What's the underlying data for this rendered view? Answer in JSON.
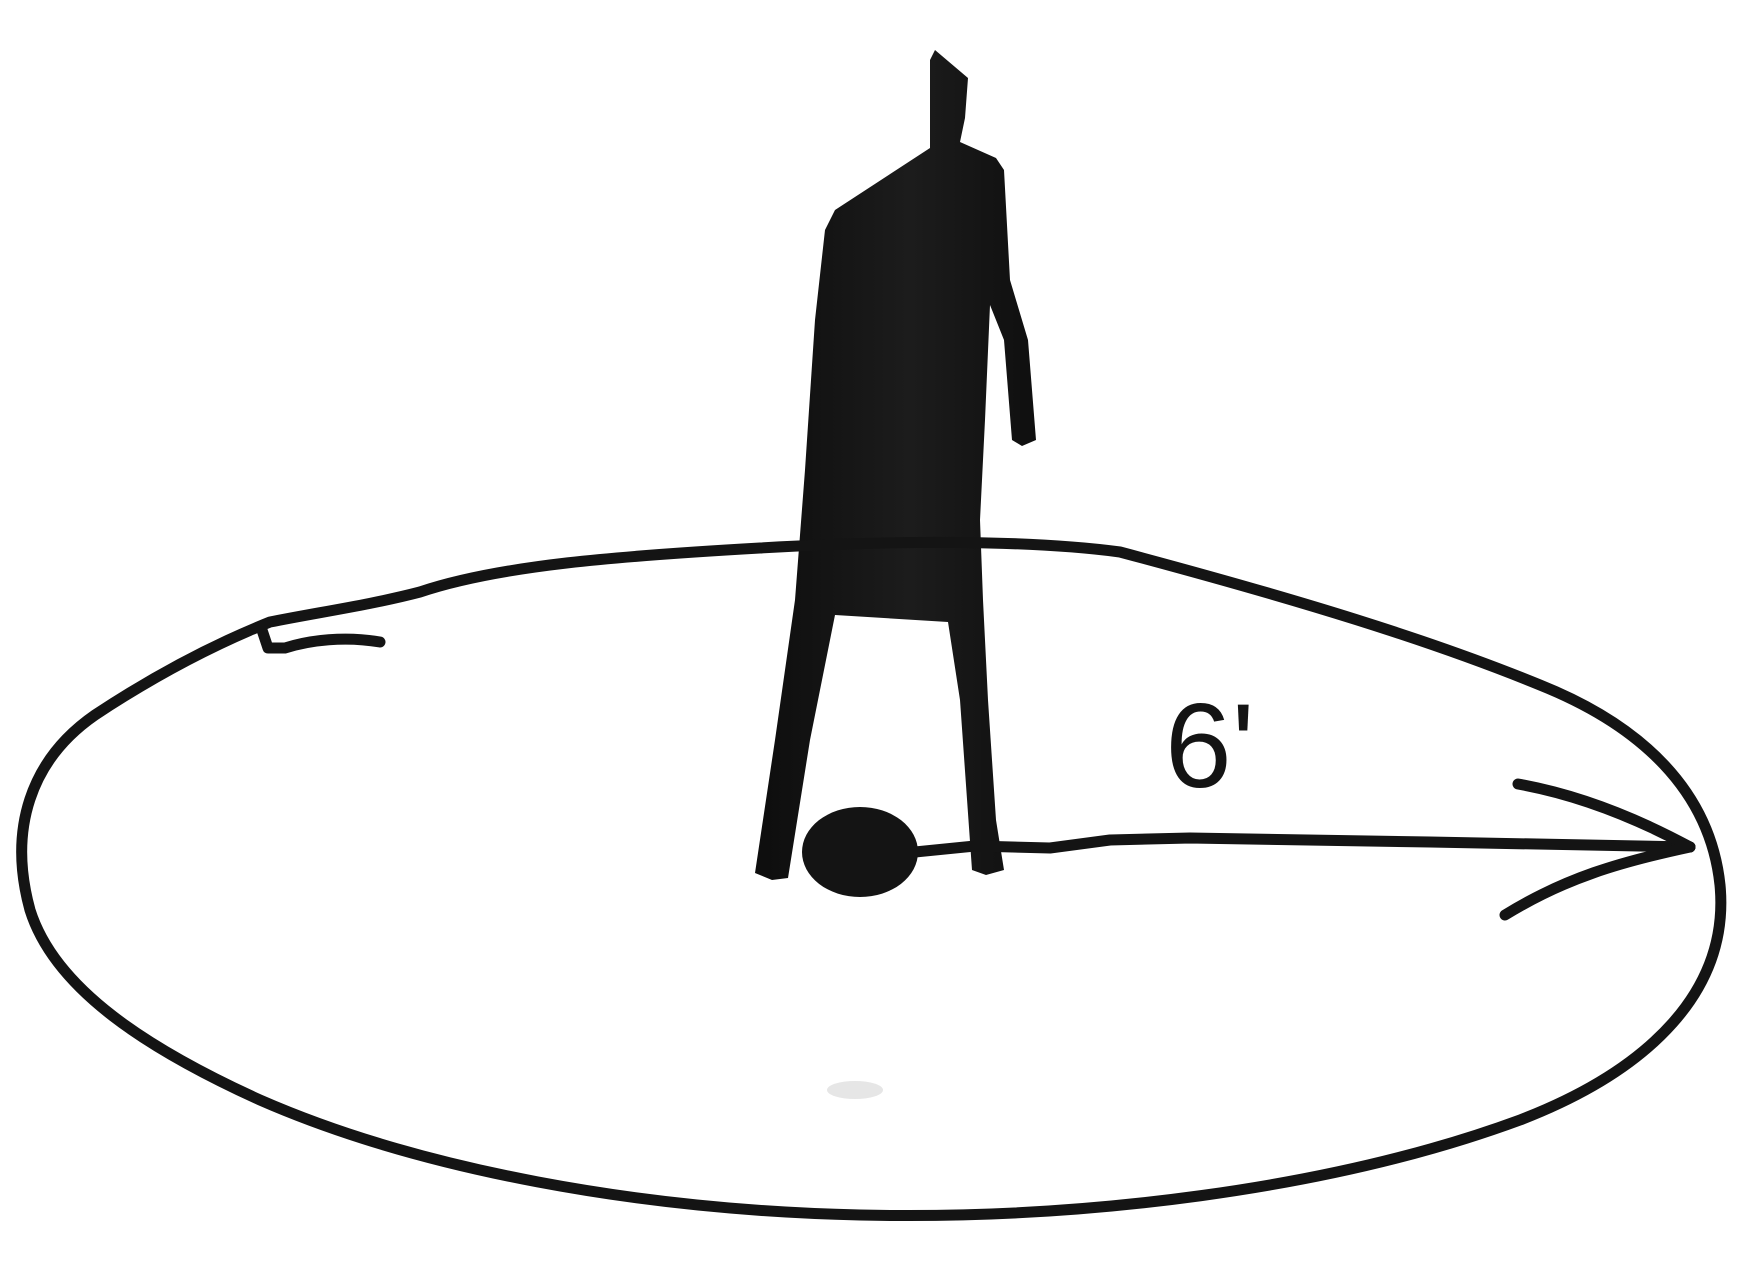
{
  "diagram": {
    "radius_label": "6'",
    "colors": {
      "ink": "#141414",
      "silhouette": "#111111",
      "background": "#ffffff"
    },
    "icons": {
      "person": "person-silhouette-icon",
      "center": "center-point-dot",
      "radius": "radius-arrow"
    }
  }
}
